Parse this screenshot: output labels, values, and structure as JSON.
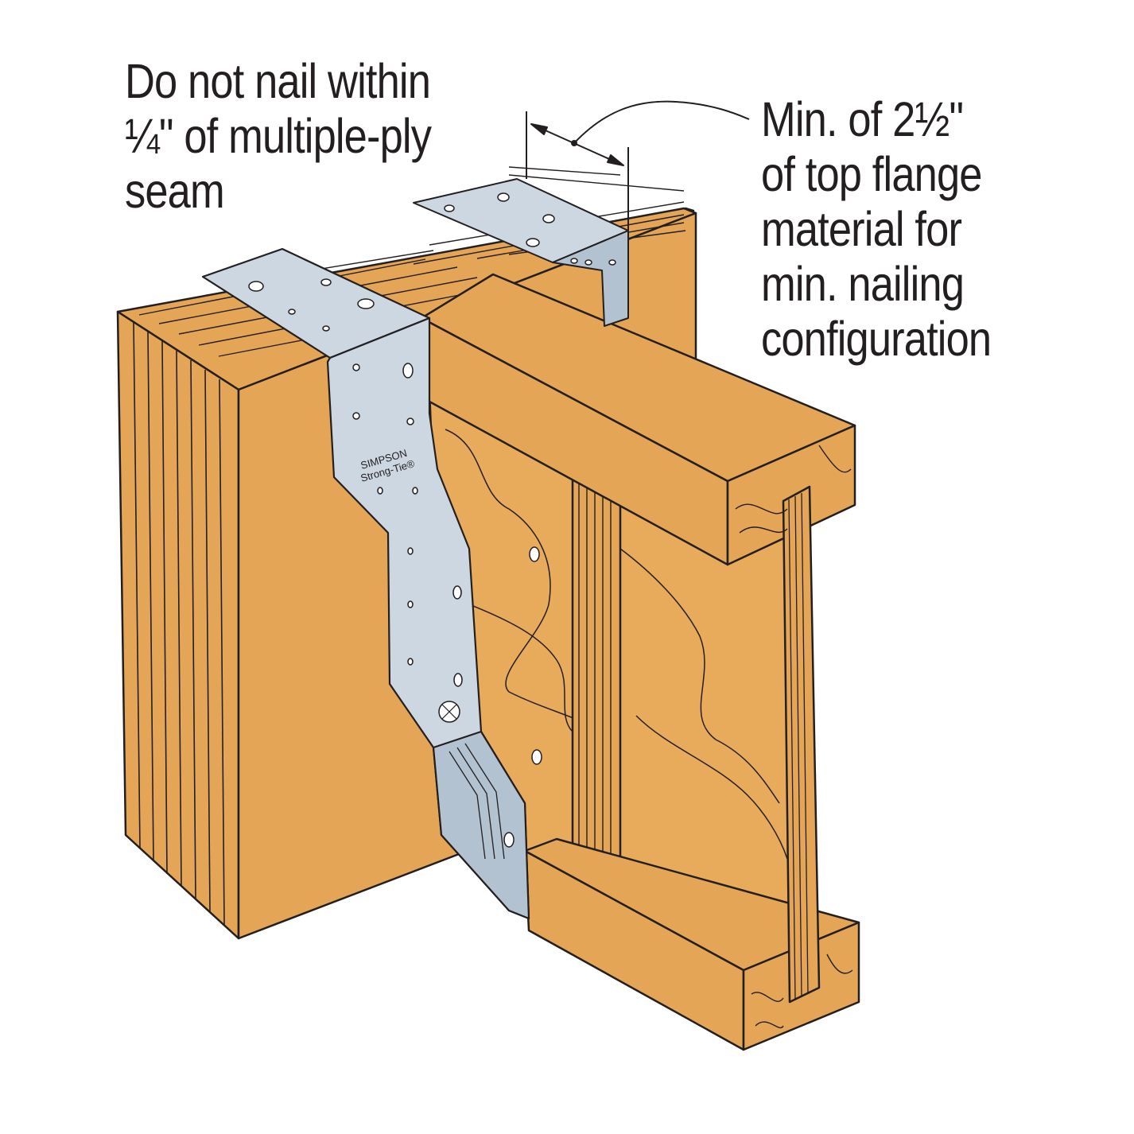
{
  "callouts": {
    "seam_note": [
      "Do not nail within",
      "¼\" of multiple-ply",
      "seam"
    ],
    "flange_note": [
      "Min. of 2½\"",
      "of top flange",
      "material for",
      "min. nailing",
      "configuration"
    ]
  },
  "hanger": {
    "brand_line1": "SIMPSON",
    "brand_line2": "Strong-Tie®"
  },
  "colors": {
    "wood": "#e5a556",
    "wood_dark": "#d48f3c",
    "wood_light": "#eeb565",
    "metal": "#ccd7e1",
    "metal_shade": "#b3c2d0",
    "ink": "#231f20"
  }
}
